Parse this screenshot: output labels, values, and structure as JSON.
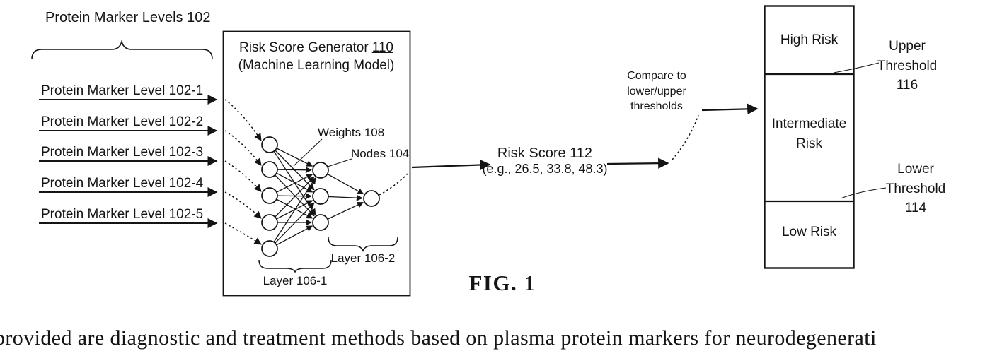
{
  "inputs": {
    "group_label": "Protein Marker Levels 102",
    "items": [
      {
        "label": "Protein Marker Level 102-1"
      },
      {
        "label": "Protein Marker Level 102-2"
      },
      {
        "label": "Protein Marker Level 102-3"
      },
      {
        "label": "Protein Marker Level 102-4"
      },
      {
        "label": "Protein Marker Level 102-5"
      }
    ]
  },
  "generator": {
    "title": "Risk Score Generator",
    "title_ref": "110",
    "subtitle": "(Machine Learning Model)",
    "weights_label": "Weights 108",
    "nodes_label": "Nodes 104",
    "layer1_label": "Layer 106-1",
    "layer2_label": "Layer 106-2"
  },
  "risk_score": {
    "title": "Risk Score 112",
    "examples": "(e.g., 26.5, 33.8, 48.3)"
  },
  "compare_note": {
    "line1": "Compare to",
    "line2": "lower/upper",
    "line3": "thresholds"
  },
  "classifier": {
    "high_label": "High Risk",
    "intermediate_line1": "Intermediate",
    "intermediate_line2": "Risk",
    "low_label": "Low Risk"
  },
  "thresholds": {
    "upper": {
      "line1": "Upper",
      "line2": "Threshold",
      "ref": "116"
    },
    "lower": {
      "line1": "Lower",
      "line2": "Threshold",
      "ref": "114"
    }
  },
  "caption": "FIG. 1",
  "body_text": "provided are diagnostic and treatment methods based on plasma protein markers for neurodegenerati",
  "colors": {
    "ink": "#141414",
    "background": "#ffffff"
  }
}
